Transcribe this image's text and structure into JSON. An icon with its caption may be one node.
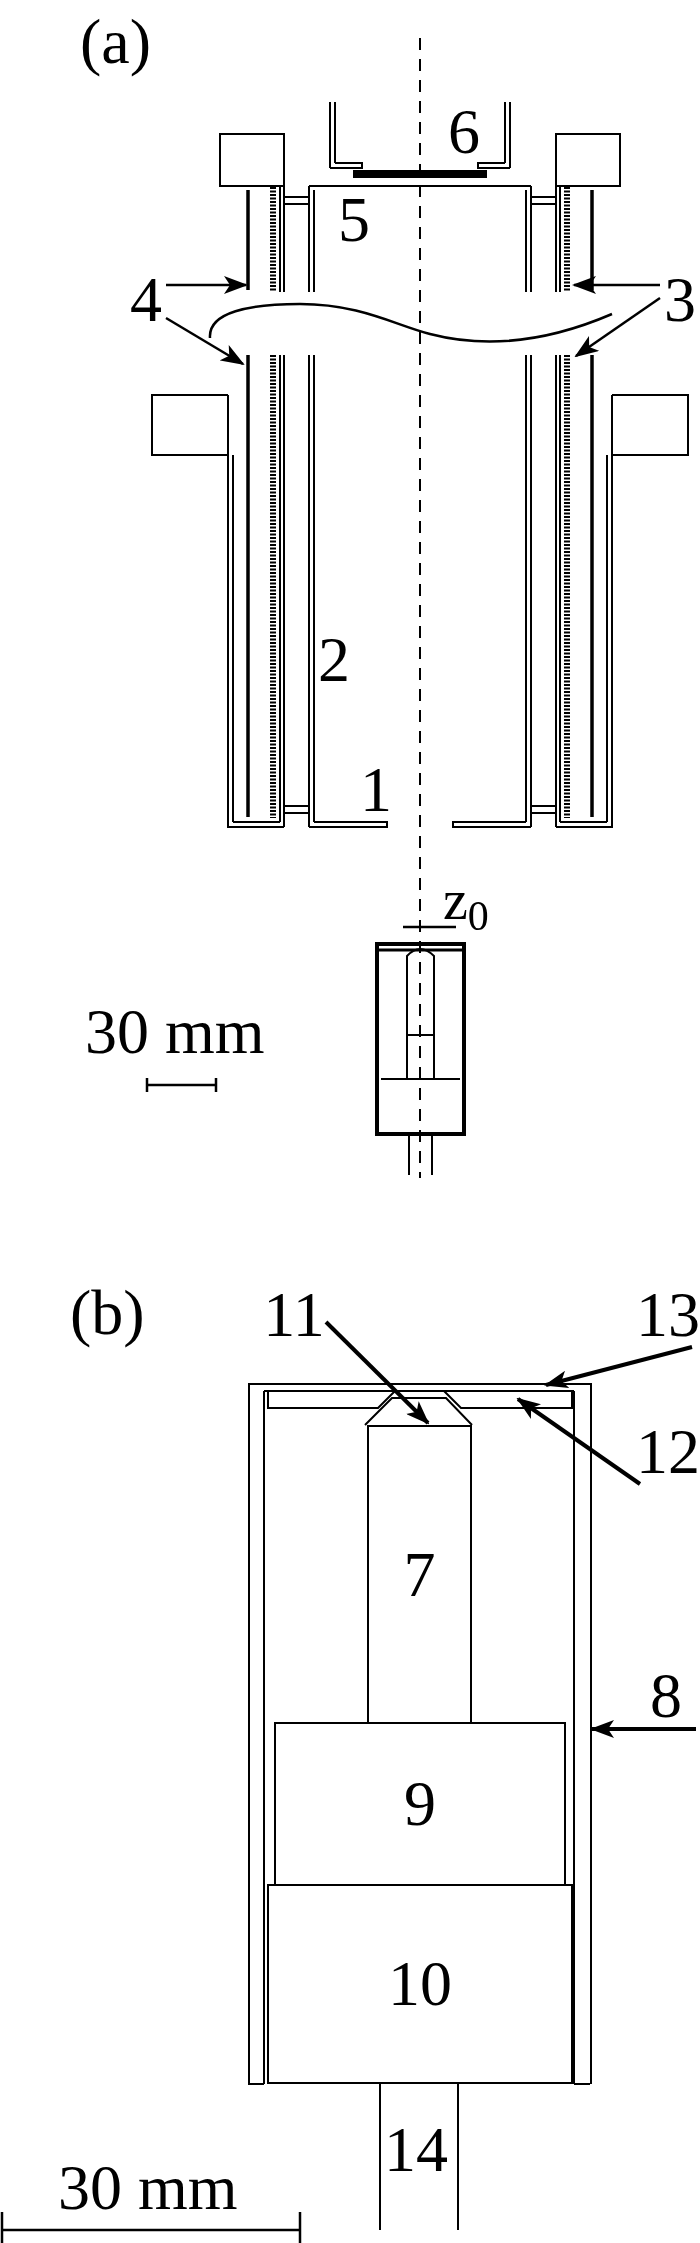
{
  "diagram": {
    "nodes": [
      {
        "text": [
          "4"
        ]
      },
      {
        "text": [
          "3"
        ]
      },
      {
        "text": [
          "11"
        ]
      },
      {
        "text": [
          "13"
        ]
      },
      {
        "text": [
          "12"
        ]
      },
      {
        "text": [],
        "shape": "box"
      },
      {
        "text": [
          "8"
        ]
      },
      {
        "text": [
          "7"
        ],
        "in": 5
      },
      {
        "text": [
          "9"
        ],
        "in": 5
      },
      {
        "text": [
          "10"
        ],
        "in": 5
      }
    ],
    "edges": [
      {
        "from": 0,
        "to": null,
        "arrow": "to"
      },
      {
        "from": 0,
        "to": null,
        "arrow": "to"
      },
      {
        "from": 1,
        "to": null,
        "arrow": "to"
      },
      {
        "from": 1,
        "to": null,
        "arrow": "to"
      },
      {
        "from": 2,
        "to": 7,
        "arrow": "to"
      },
      {
        "from": 3,
        "to": 5,
        "arrow": "to"
      },
      {
        "from": 4,
        "to": 5,
        "arrow": "to"
      },
      {
        "from": 6,
        "to": 5,
        "arrow": "to"
      }
    ],
    "labels": [
      "(a)",
      "6",
      "5",
      "2",
      "1",
      "z$_{0}$",
      "30 mm",
      "(b)",
      "14",
      "30 mm"
    ]
  }
}
